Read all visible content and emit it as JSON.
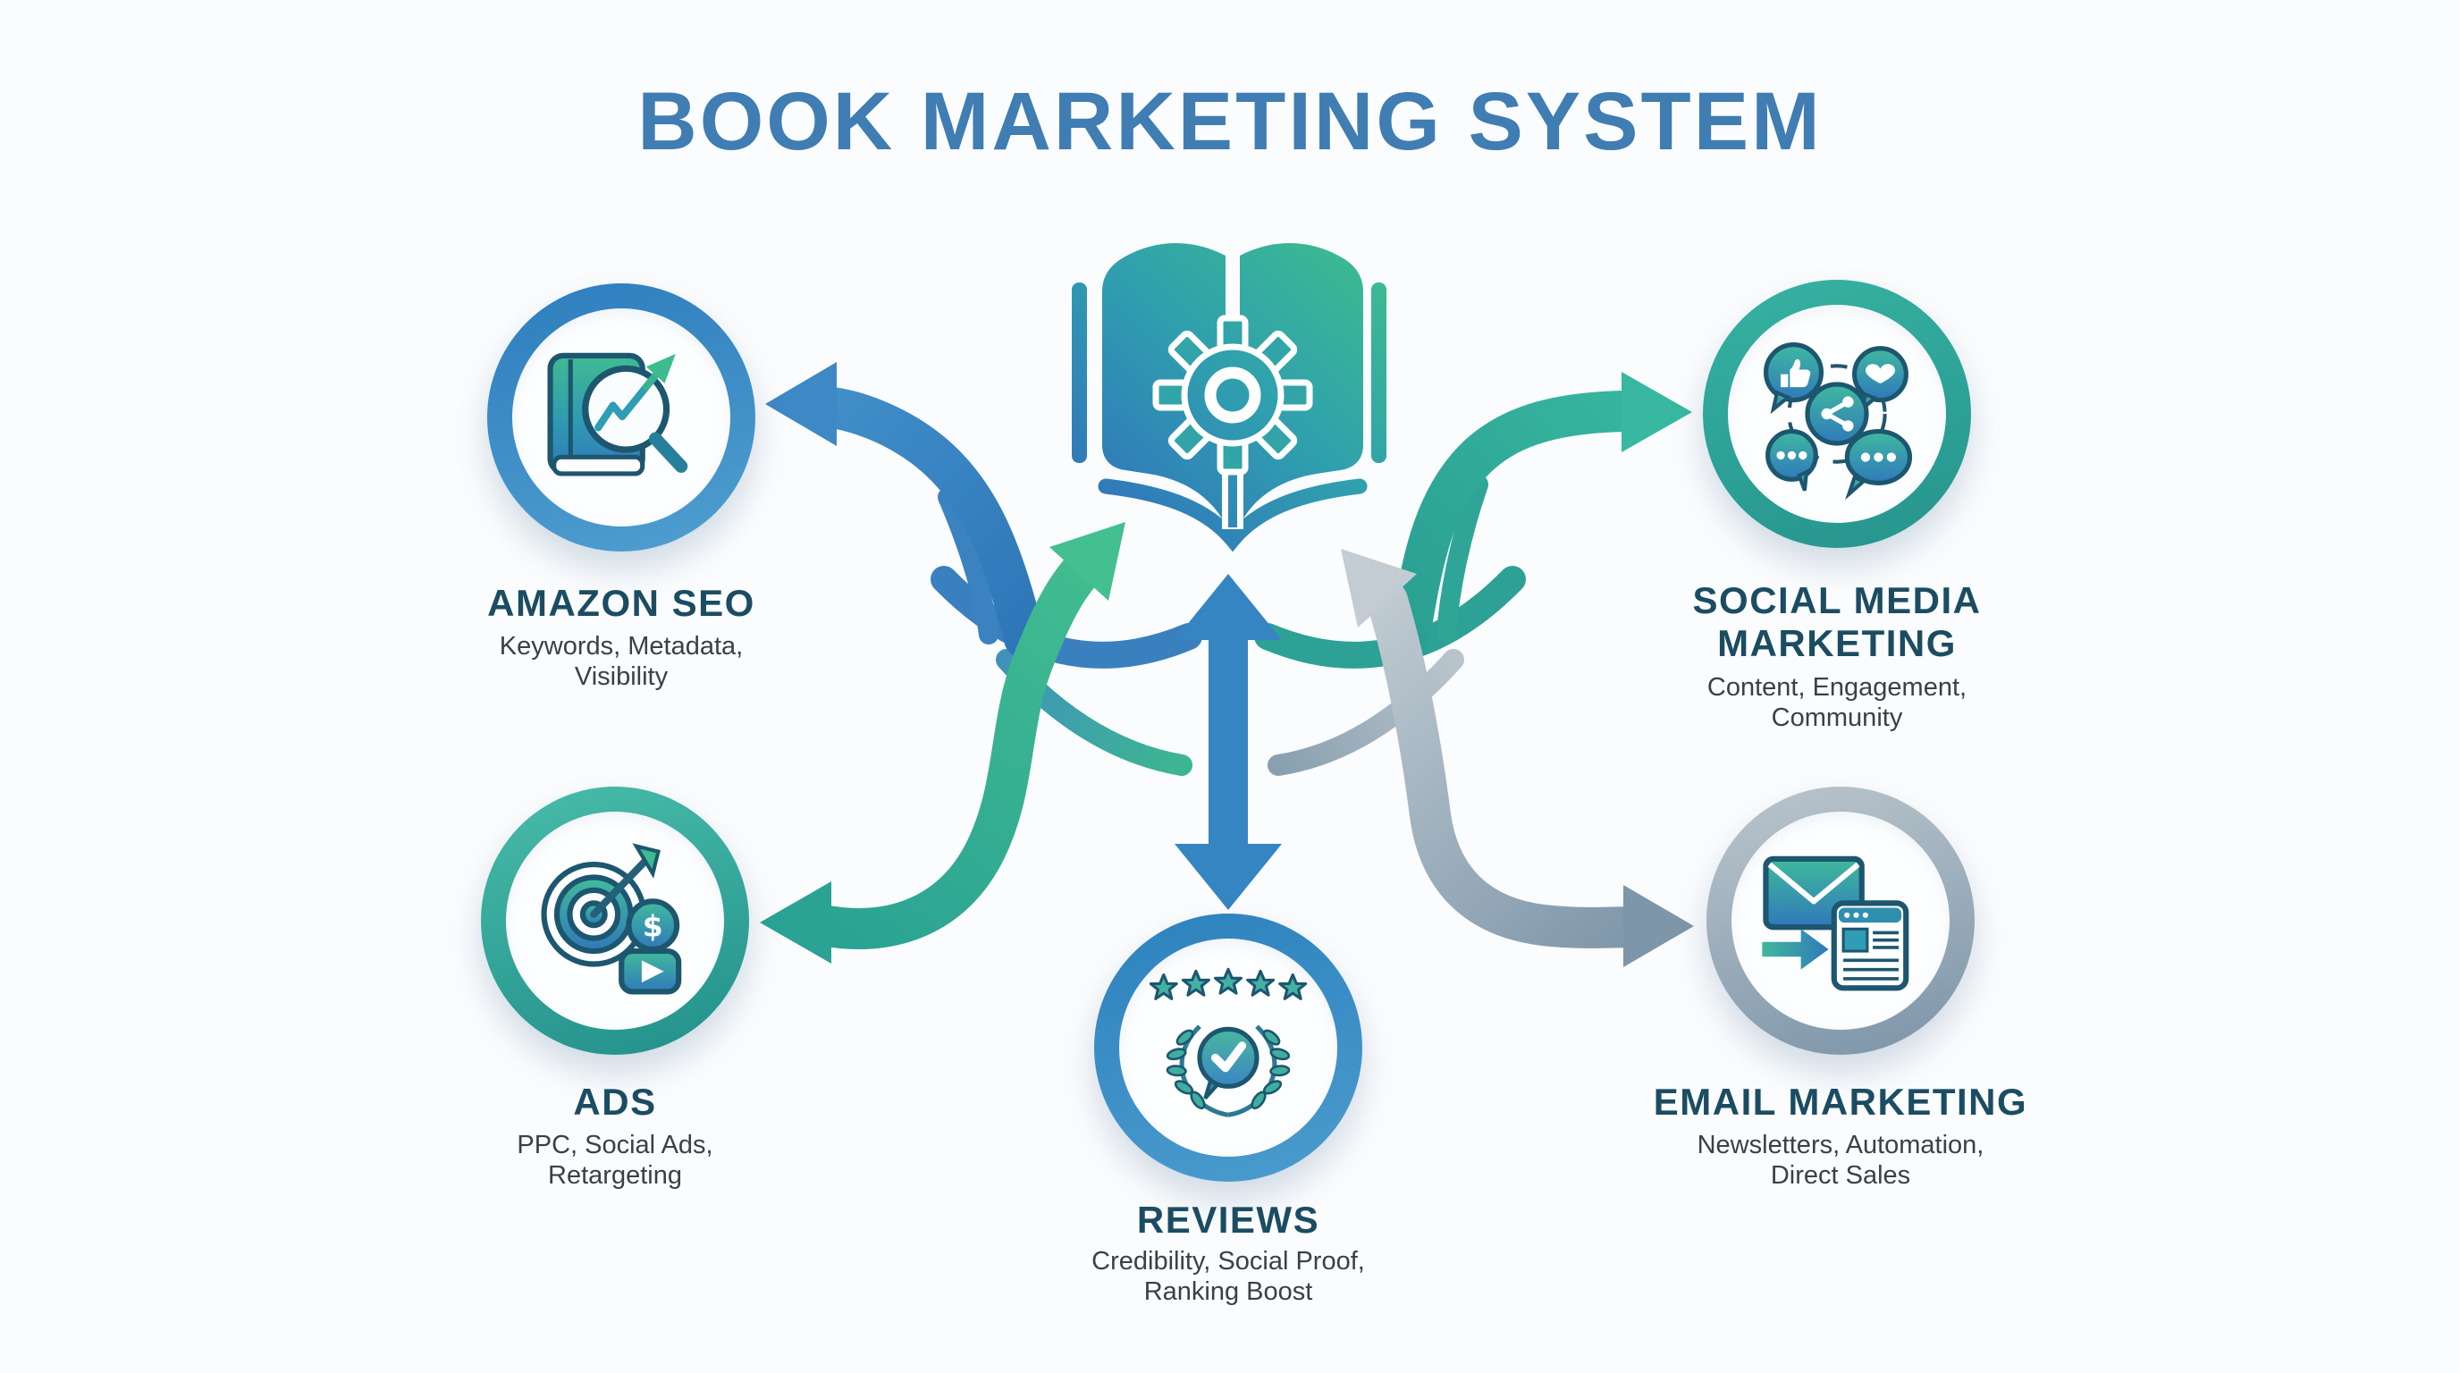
{
  "title": {
    "text": "BOOK MARKETING SYSTEM",
    "color": "#3f7db3"
  },
  "center": {
    "icon": "open-book-gear-icon"
  },
  "nodes": [
    {
      "id": "amazon-seo",
      "title": "AMAZON SEO",
      "subtitle": "Keywords, Metadata,\nVisibility",
      "icon": "book-magnifier-growth-icon",
      "ring_colors": [
        "#2e7dbe",
        "#4f9fd0"
      ]
    },
    {
      "id": "social-media-marketing",
      "title": "SOCIAL MEDIA\nMARKETING",
      "subtitle": "Content, Engagement,\nCommunity",
      "icon": "social-bubbles-share-icon",
      "ring_colors": [
        "#36b2a2",
        "#26948d"
      ]
    },
    {
      "id": "ads",
      "title": "ADS",
      "subtitle": "PPC, Social Ads,\nRetargeting",
      "icon": "target-dart-dollar-play-icon",
      "ring_colors": [
        "#48bcaa",
        "#22908a"
      ]
    },
    {
      "id": "reviews",
      "title": "REVIEWS",
      "subtitle": "Credibility, Social Proof,\nRanking Boost",
      "icon": "five-stars-laurel-check-icon",
      "ring_colors": [
        "#2d82be",
        "#4b9ccd"
      ]
    },
    {
      "id": "email-marketing",
      "title": "EMAIL MARKETING",
      "subtitle": "Newsletters, Automation,\nDirect Sales",
      "icon": "envelope-newsletter-send-icon",
      "ring_colors": [
        "#bcc6cd",
        "#7b94a8"
      ]
    }
  ],
  "palette": {
    "background": "#fbfcfd",
    "title_blue": "#3f7db3",
    "node_title": "#1b4c62",
    "node_subtitle": "#3b4046",
    "arrow_blue": "#3a82c0",
    "arrow_teal": "#2fa89a",
    "arrow_green": "#3dbd8e",
    "arrow_gray": "#8aa0b2",
    "icon_outline": "#1d566f"
  }
}
